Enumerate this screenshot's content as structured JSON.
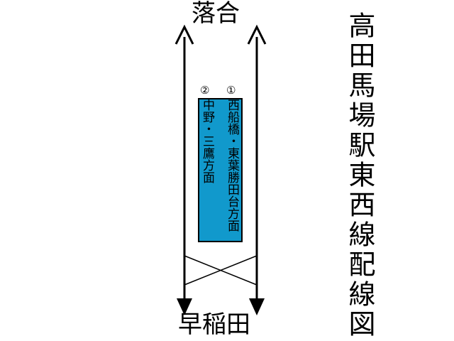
{
  "title": "高田馬場駅東西線配線図",
  "stations": {
    "north": "落合",
    "south": "早稲田"
  },
  "platform": {
    "color": "#1199cc",
    "tracks": [
      {
        "number": "①",
        "destination": "西船橋・東葉勝田台方面"
      },
      {
        "number": "②",
        "destination": "中野・三鷹方面"
      }
    ]
  },
  "colors": {
    "line": "#000000",
    "background": "#ffffff"
  }
}
